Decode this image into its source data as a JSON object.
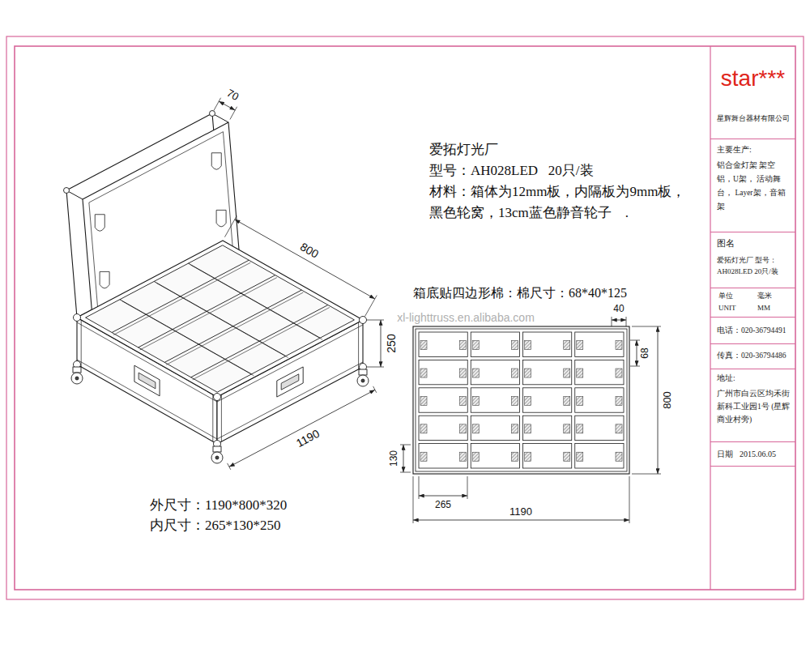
{
  "diagram": {
    "nodes": [
      {
        "text": [
          "star***",
          "星辉舞台器材有限公司"
        ]
      },
      {
        "text": [
          "主要生产:",
          "铝合金灯架 架空铝，U架， 活动舞台， Layer架，音箱架"
        ]
      },
      {
        "text": [
          "图名",
          "爱拓灯光厂 型号：AH028LED 20只/装"
        ]
      },
      {
        "text": [
          "单位",
          "毫米",
          "UNIT",
          "MM"
        ]
      },
      {
        "text": [
          "电话：020-36794491"
        ]
      },
      {
        "text": [
          "传真：020-36794486"
        ]
      },
      {
        "text": [
          "地址:",
          "广州市白云区均禾街新科工业园1号 (星辉商业村旁)"
        ]
      },
      {
        "text": [
          "日期",
          "2015.06.05"
        ]
      }
    ],
    "labels": [
      "爱拓灯光厂",
      "型号：AH028LED   20只/装",
      "材料：箱体为12mm板，内隔板为9mm板，",
      "黑色轮窝，13cm蓝色静音轮子    .",
      "箱底贴四边形棉：棉尺寸：68*40*125",
      "外尺寸：1190*800*320",
      "内尺寸：265*130*250",
      "70",
      "800",
      "250",
      "1190",
      "40",
      "68",
      "800",
      "130",
      "265",
      "1190",
      "xl-lighttruss.en.alibaba.com"
    ]
  }
}
